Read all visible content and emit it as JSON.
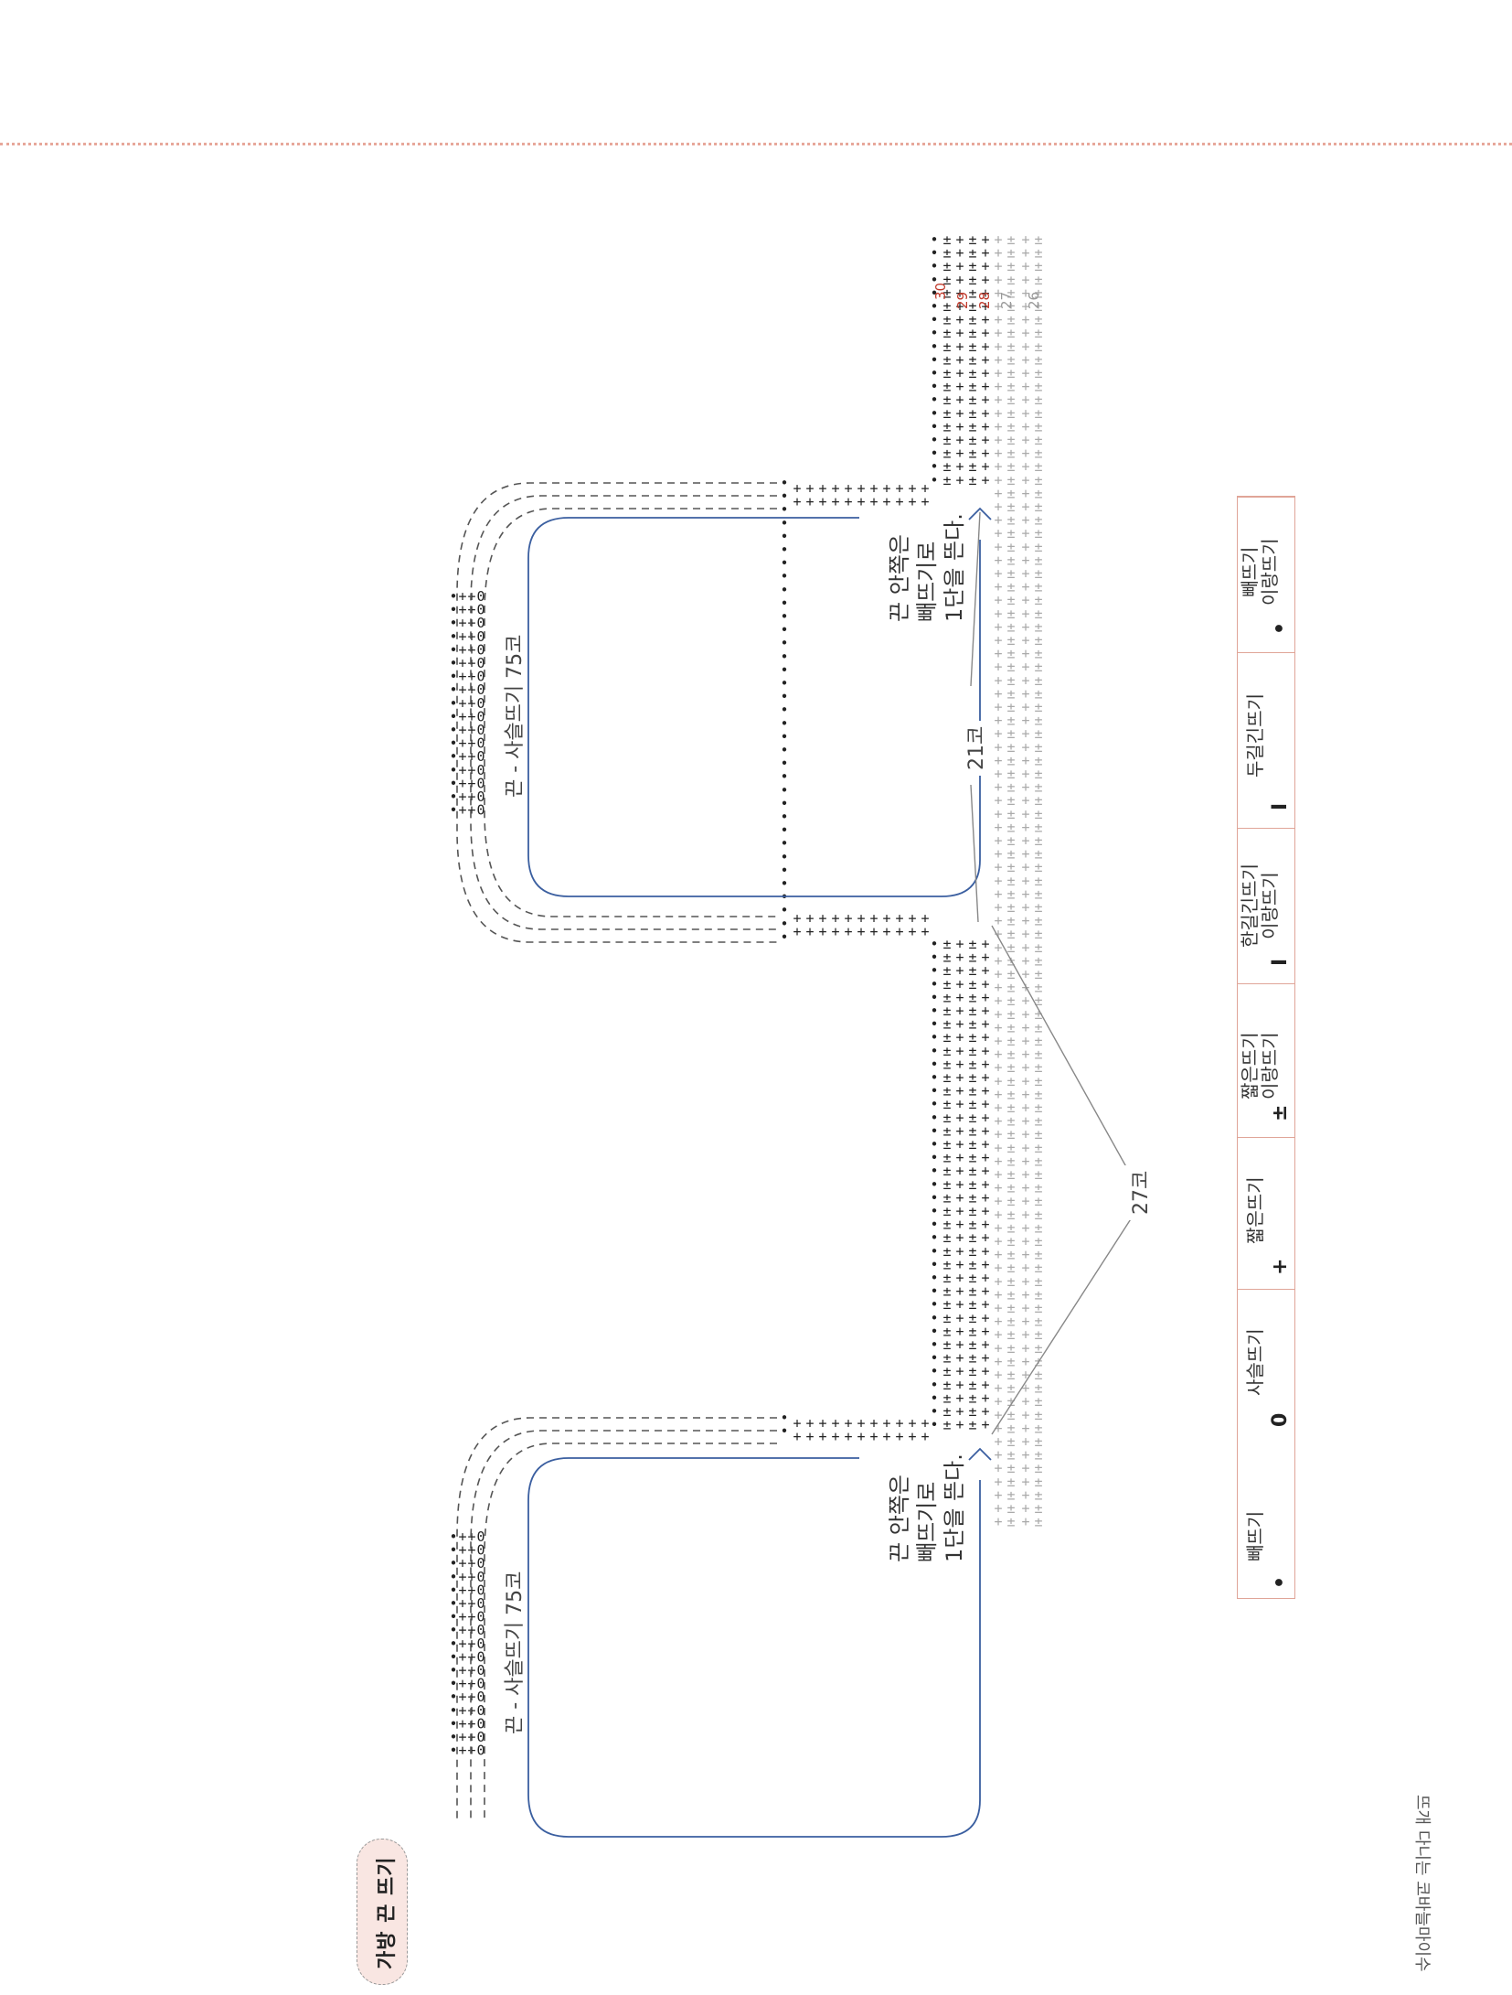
{
  "title": "가방 끈 뜨기",
  "strap_note": "끈 - 사슬뜨기 75코",
  "inner_note": [
    "끈 안쪽은",
    "빼뜨기로",
    "1단을 뜬다."
  ],
  "count_21": "21코",
  "count_27": "27코",
  "row_numbers": [
    {
      "text": "30",
      "color": "#c0392b"
    },
    {
      "text": "29",
      "color": "#c0392b"
    },
    {
      "text": "28",
      "color": "#c0392b"
    },
    {
      "text": "27",
      "color": "#999999"
    },
    {
      "text": "26",
      "color": "#999999"
    }
  ],
  "legend": [
    {
      "symbol": "•",
      "name": "빼뜨기",
      "icon": "slip-stitch-icon"
    },
    {
      "symbol": "0",
      "name": "사슬뜨기",
      "icon": "chain-stitch-icon"
    },
    {
      "symbol": "+",
      "name": "짧은뜨기",
      "icon": "single-crochet-icon"
    },
    {
      "symbol": "±",
      "name": "짧은뜨기\n이랑뜨기",
      "icon": "single-crochet-back-loop-icon"
    },
    {
      "symbol": "I",
      "name": "한길긴뜨기\n이랑뜨기",
      "icon": "double-crochet-back-loop-icon"
    },
    {
      "symbol": "I",
      "name": "두길긴뜨기",
      "icon": "treble-crochet-icon"
    },
    {
      "symbol": "•",
      "name": "빼뜨기\n이랑뜨기",
      "icon": "slip-stitch-back-loop-icon"
    }
  ],
  "footer": "뜨개 다니는 코바늘마이수",
  "colors": {
    "accent": "#e7a79a",
    "blue_line": "#3b5fa0",
    "pill_bg": "#f9e6e2",
    "grey_stitch": "#aaaaaa",
    "red_row": "#c0392b"
  }
}
